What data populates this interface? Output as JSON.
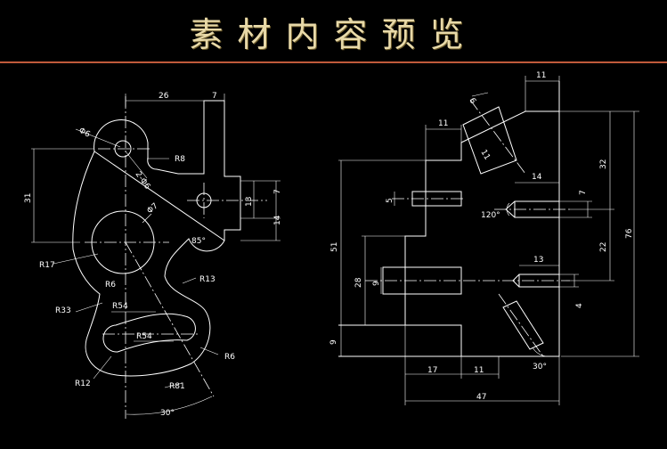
{
  "header": {
    "title": "素材内容预览",
    "accent_color": "#c05a3a",
    "title_color": "#e8d9a8"
  },
  "left_view": {
    "labels": {
      "d26": "26",
      "d7_top": "7",
      "d31": "31",
      "d13": "13",
      "d14": "14",
      "d7_right": "7",
      "phi6": "Φ6",
      "phi7": "Φ7",
      "two_phi6": "2-Φ6",
      "r8": "R8",
      "a85": "85°",
      "r17": "R17",
      "r13": "R13",
      "r6_a": "R6",
      "r33": "R33",
      "r54_a": "R54",
      "r54_b": "R54",
      "r6_b": "R6",
      "r12": "R12",
      "r81": "R81",
      "a30": "30°"
    }
  },
  "right_view": {
    "labels": {
      "d11_top": "11",
      "d6": "6",
      "d11_left": "11",
      "d11_slant": "11",
      "d32": "32",
      "d76": "76",
      "d5": "5",
      "d14": "14",
      "d7": "7",
      "a120": "120°",
      "d51": "51",
      "d22": "22",
      "d13": "13",
      "d28": "28",
      "d9_mid": "9",
      "d4": "4",
      "d9_bot": "9",
      "a30": "30°",
      "d17": "17",
      "d11_bot": "11",
      "d47": "47"
    }
  }
}
